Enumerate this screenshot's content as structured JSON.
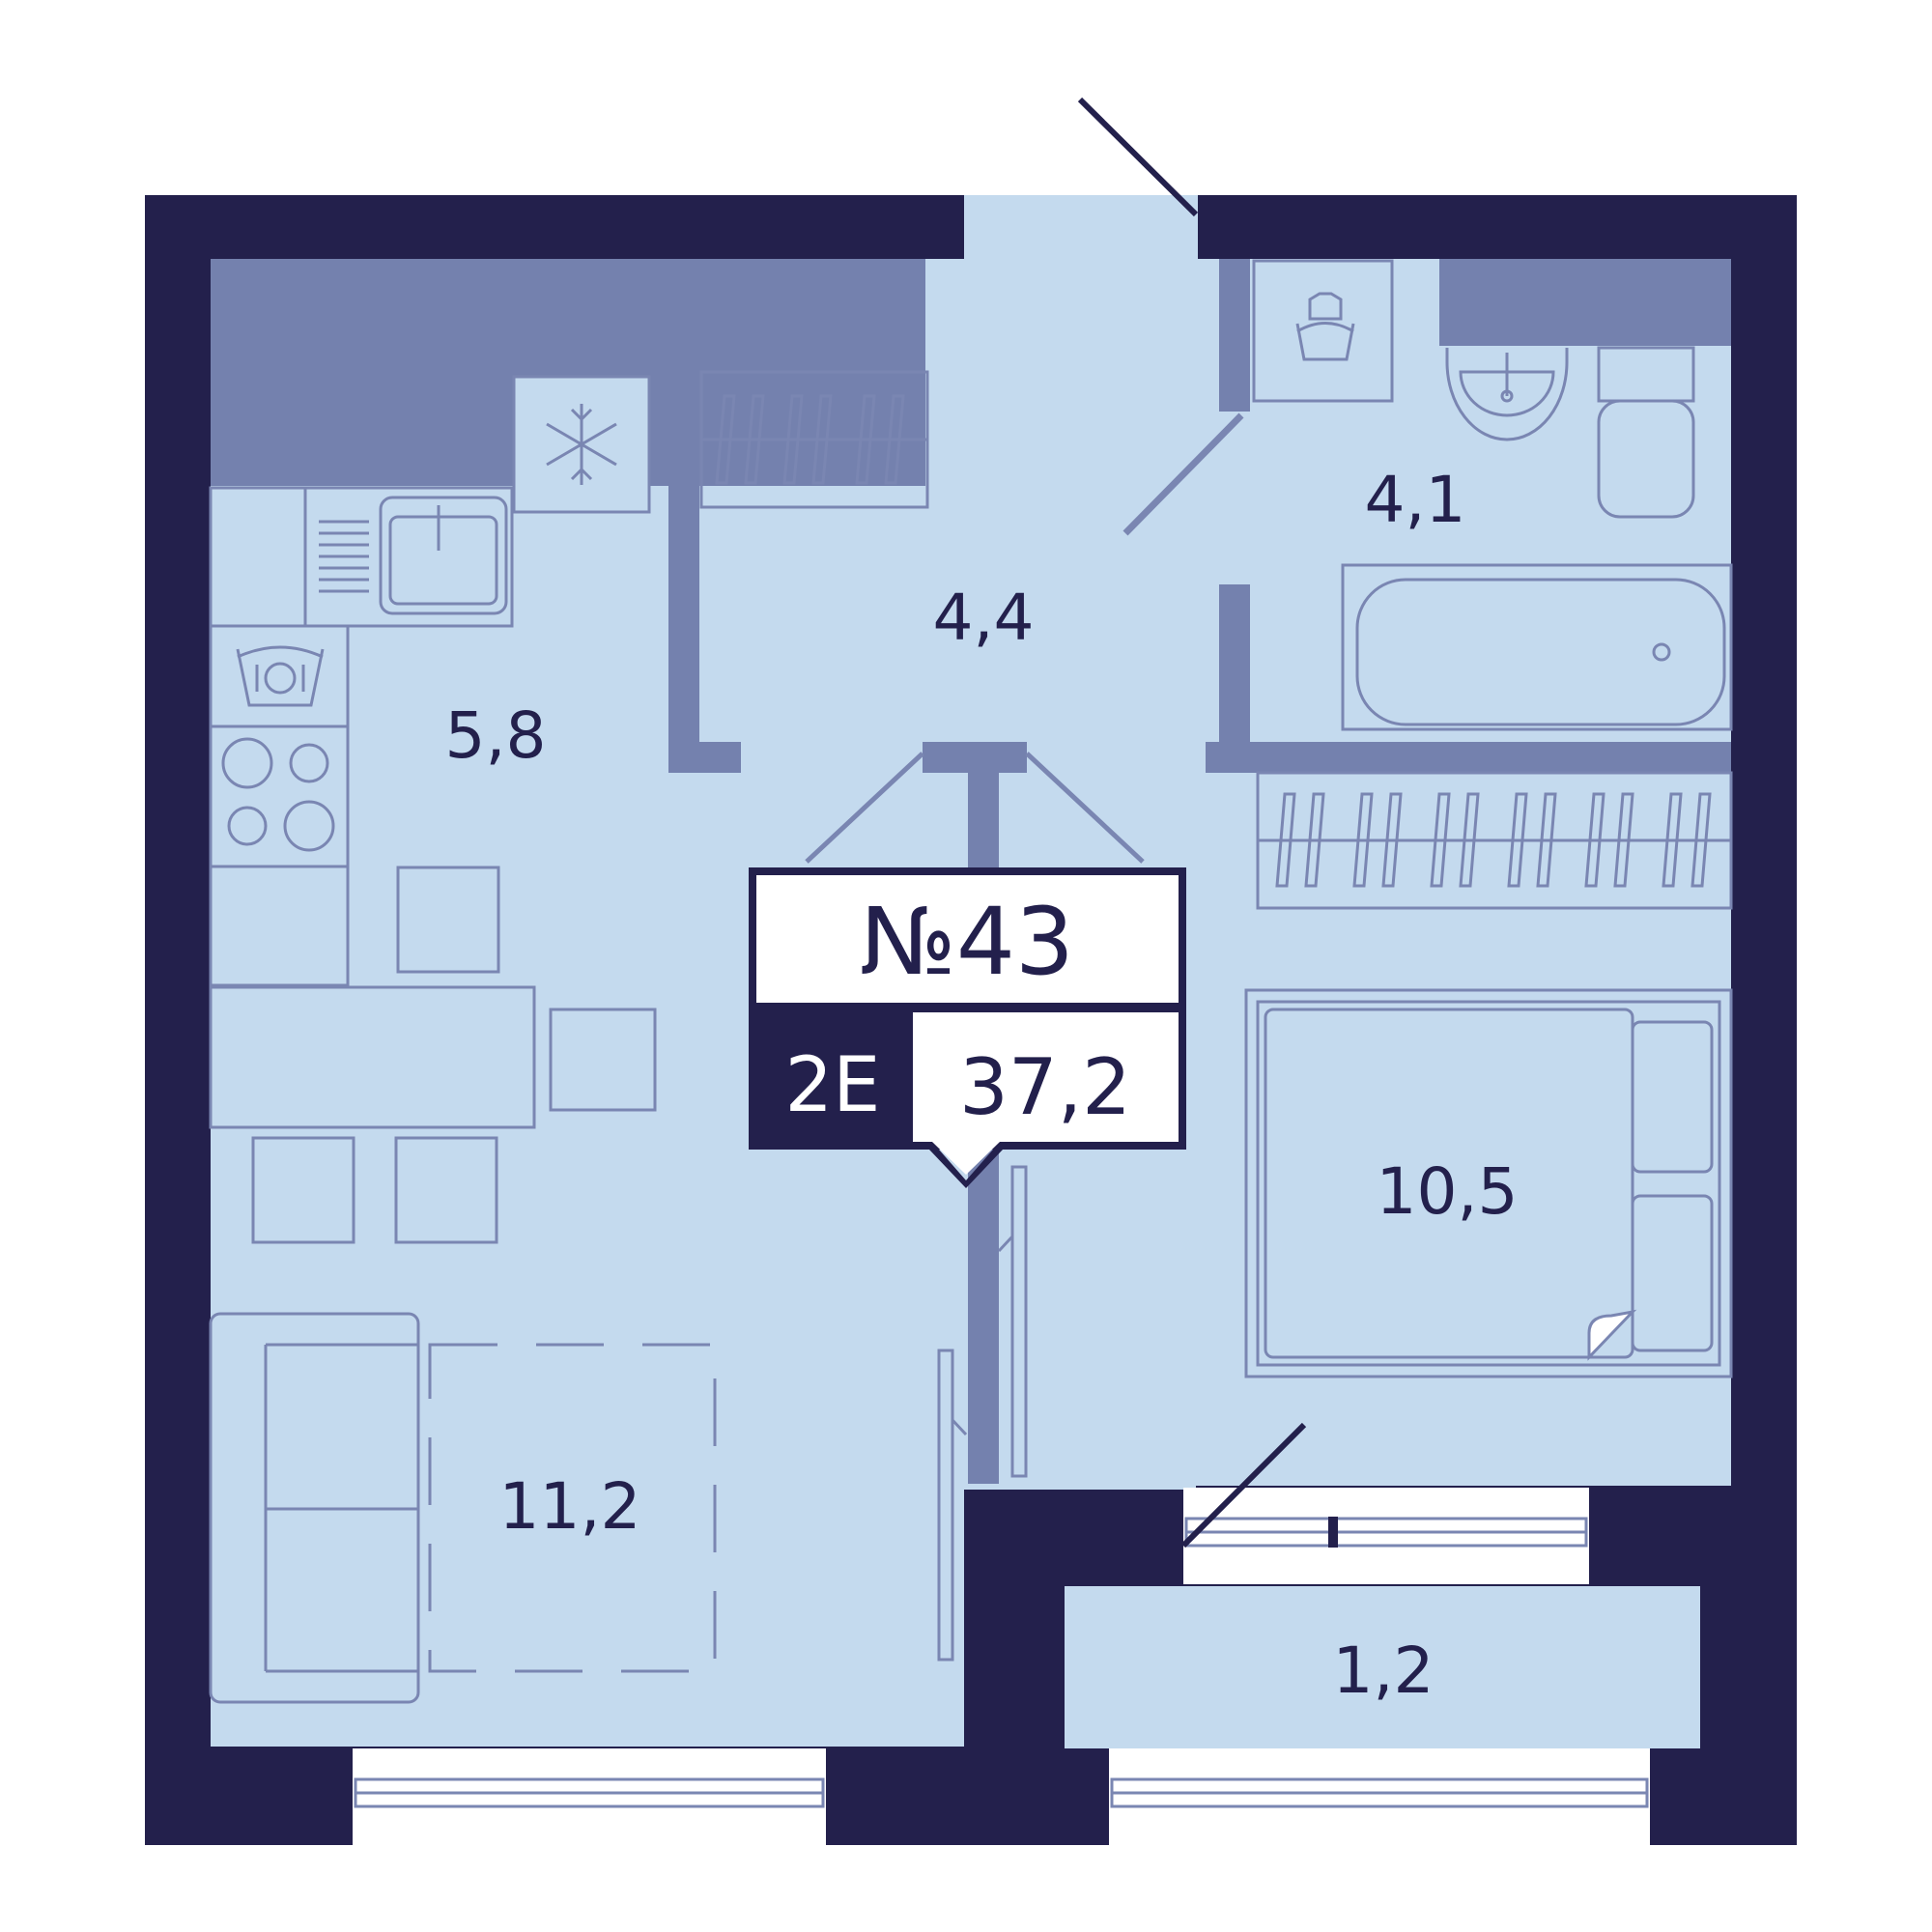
{
  "apartment": {
    "number": "№43",
    "type": "2E",
    "total_area": "37,2"
  },
  "rooms": [
    {
      "id": "kitchen",
      "area": "5,8"
    },
    {
      "id": "hallway",
      "area": "4,4"
    },
    {
      "id": "bathroom",
      "area": "4,1"
    },
    {
      "id": "bedroom",
      "area": "10,5"
    },
    {
      "id": "living",
      "area": "11,2"
    },
    {
      "id": "balcony",
      "area": "1,2"
    }
  ],
  "colors": {
    "wall": "#23204c",
    "floor": "#c4daee",
    "partition": "#7481ae",
    "furniture_line": "#7a86b2",
    "badge_fill": "#ffffff"
  },
  "icons": [
    "snowflake-icon",
    "washing-machine-icon",
    "dishwasher-icon"
  ]
}
